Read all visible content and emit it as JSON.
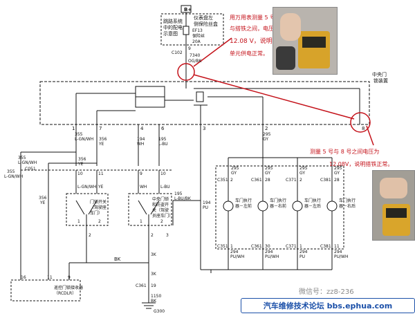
{
  "fuse_box": {
    "top_label": "B+",
    "text_left": [
      "跳路系统",
      "中的配电",
      "示意图"
    ],
    "text_right": [
      "仪表盘左",
      "侧保险丝盒"
    ],
    "fuse_id": "EF13",
    "fuse_name": "保险丝",
    "fuse_rating": "20A"
  },
  "feed": {
    "pin": "9",
    "connector": "C102",
    "circuit": "7340",
    "color": "OG/BK"
  },
  "module_name": [
    "中央门",
    "锁装置"
  ],
  "module_pins": {
    "p1": {
      "pin": "1",
      "circuit": "355",
      "color": "L-GN/WH"
    },
    "p7": {
      "pin": "7",
      "circuit": "356",
      "color": "YE"
    },
    "p4": {
      "pin": "4",
      "circuit": "194",
      "color": "WH"
    },
    "p6": {
      "pin": "6",
      "circuit": "195",
      "color": "L-BU"
    },
    "p3": {
      "pin": "3"
    },
    "p2": {
      "pin": "2",
      "circuit": "295",
      "color": "GY"
    },
    "p8": {
      "pin": "8"
    }
  },
  "mid_connector": {
    "name": "C051",
    "pins": [
      "10",
      "11",
      "9",
      "10"
    ],
    "left_labels": [
      "355",
      "L-GN/WH"
    ],
    "left_labels2": [
      "356",
      "YE"
    ],
    "bottom": [
      {
        "circuit": "",
        "color": "L-GN/WH"
      },
      {
        "circuit": "",
        "color": "YE"
      },
      {
        "circuit": "",
        "color": "WH"
      },
      {
        "circuit": "",
        "color": "L-BU"
      }
    ]
  },
  "switch_left": [
    "门锁开关",
    "（驾驶座",
    "车门）"
  ],
  "switch_right": [
    "中央门锁",
    "和防盗开",
    "关（驾驶",
    "员座车门）"
  ],
  "pu_wire": {
    "circuit": "195",
    "color": "L-BU/BK"
  },
  "left_wires": [
    {
      "circuit": "355",
      "color": "L-GN/WH"
    },
    {
      "circuit": "356",
      "color": "YE"
    }
  ],
  "switch_pins": [
    "1",
    "2",
    "1",
    "2",
    "2",
    "2",
    "3"
  ],
  "bk_label": "BK",
  "ground": {
    "bk1": "3K",
    "bk2": "3K",
    "connector": "C361",
    "pin": "19",
    "circuit": "1150",
    "color": "BK",
    "ground_id": "G300"
  },
  "receiver": {
    "pins": [
      "16",
      "11",
      "9"
    ],
    "name": "遥控门锁接收器",
    "code": "（RCDLR）"
  },
  "actuators": [
    {
      "name": [
        "车门执行",
        "器－左前"
      ],
      "conn_top": "C351",
      "pin_top": "2",
      "conn_bot": "C351",
      "pin_bot": "1"
    },
    {
      "name": [
        "车门执行",
        "器－右前"
      ],
      "conn_top": "C361",
      "pin_top": "28",
      "conn_bot": "C361",
      "pin_bot": "30"
    },
    {
      "name": [
        "车门执行",
        "器－左后"
      ],
      "conn_top": "C371",
      "pin_top": "2",
      "conn_bot": "C371",
      "pin_bot": "1"
    },
    {
      "name": [
        "车门执行",
        "器－右后"
      ],
      "conn_top": "C381",
      "pin_top": "28",
      "conn_bot": "C381",
      "pin_bot": "11"
    }
  ],
  "act_top_wire": {
    "circuit": "295",
    "color": "GY"
  },
  "act_bot_wire": {
    "circuit": "294",
    "color": "PU/WH"
  },
  "act_bot_wire2": {
    "circuit": "294",
    "color": "PU"
  },
  "bus_pu": {
    "circuit": "194",
    "color": "PU"
  },
  "annotations": {
    "top": [
      "用万用表测量 5 号针脚",
      "与搭铁之间，电压为",
      "12.08 V，说明控制",
      "单元供电正常。"
    ],
    "right": [
      "测量 5 号与 8 号之间电压为",
      "12.08V，说明搭铁正常。"
    ]
  },
  "watermark": {
    "wechat": "微信号：zz8-236",
    "forum": "汽车维修技术论坛 bbs.ephua.com"
  },
  "colors": {
    "annotation": "#c4121a",
    "line": "#111111",
    "forum": "#1a4fa8"
  }
}
